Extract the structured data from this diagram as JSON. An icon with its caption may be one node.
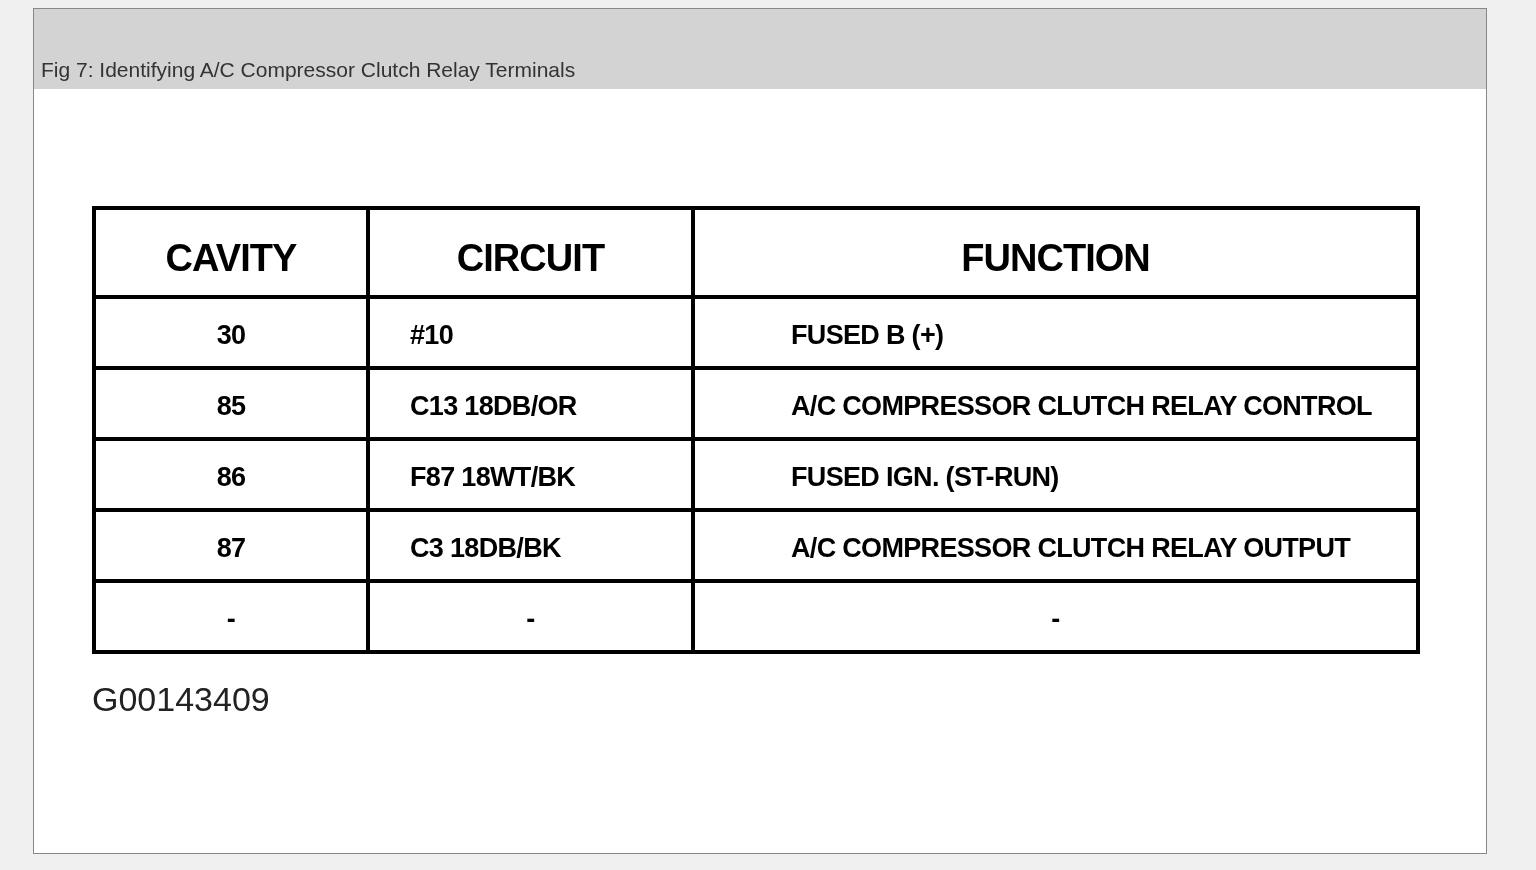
{
  "diagram": {
    "title": "Fig 7: Identifying A/C Compressor Clutch Relay Terminals",
    "labels": [
      "CAVITY",
      "CIRCUIT",
      "FUNCTION",
      "30",
      "#10",
      "FUSED B (+)",
      "85",
      "C13 18DB/OR",
      "A/C COMPRESSOR CLUTCH RELAY CONTROL",
      "86",
      "F87 18WT/BK",
      "FUSED IGN. (ST-RUN)",
      "87",
      "C3 18DB/BK",
      "A/C COMPRESSOR CLUTCH RELAY OUTPUT",
      "-",
      "-",
      "-",
      "G00143409"
    ]
  }
}
